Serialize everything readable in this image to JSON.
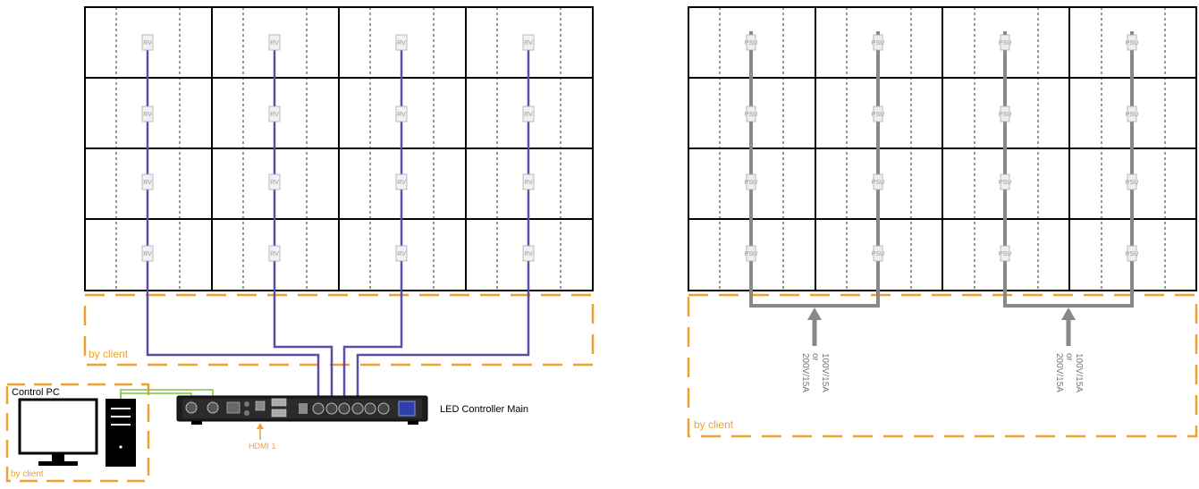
{
  "left_diagram": {
    "receiver_tag": "RV",
    "client_area_label": "by client",
    "controller_label": "LED Controller Main",
    "hdmi_label": "HDMI 1",
    "pc_title": "Control PC",
    "pc_client_label": "by client",
    "signal_cable_color": "#5b4ea6"
  },
  "right_diagram": {
    "psu_tag": "PSU",
    "client_area_label": "by client",
    "power_feeds": [
      {
        "line1": "100V/15A",
        "line2": "or",
        "line3": "200V/15A"
      },
      {
        "line1": "100V/15A",
        "line2": "or",
        "line3": "200V/15A"
      }
    ],
    "power_cable_color": "#888888"
  },
  "colors": {
    "client_dash": "#f0a030",
    "grid_line": "#000000",
    "hdmi_arrow": "#f0a030",
    "network_cable": "#7dc242"
  }
}
